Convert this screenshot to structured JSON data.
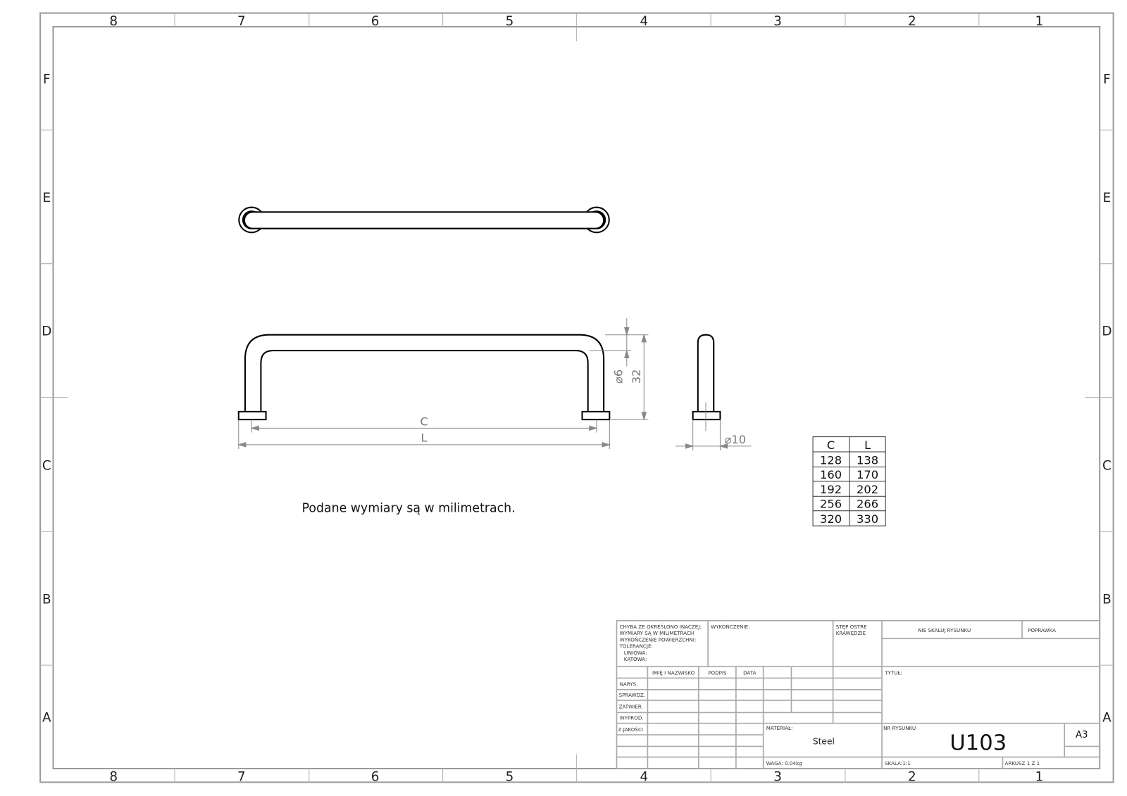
{
  "frame": {
    "columns": [
      "8",
      "7",
      "6",
      "5",
      "4",
      "3",
      "2",
      "1"
    ],
    "rows": [
      "F",
      "E",
      "D",
      "C",
      "B",
      "A"
    ]
  },
  "dimensions": {
    "c": "C",
    "l": "L",
    "dia6": "⌀6",
    "h32": "32",
    "dia10": "⌀10"
  },
  "note": "Podane wymiary są w milimetrach.",
  "size_table": {
    "headers": [
      "C",
      "L"
    ],
    "rows": [
      [
        "128",
        "138"
      ],
      [
        "160",
        "170"
      ],
      [
        "192",
        "202"
      ],
      [
        "256",
        "266"
      ],
      [
        "320",
        "330"
      ]
    ]
  },
  "title_block": {
    "general_notes": [
      "CHYBA ŻE OKREŚLONO INACZEJ:",
      "WYMIARY SĄ W MILIMETRACH",
      "WYKOŃCZENIE POWIERZCHNI:",
      "TOLERANCJE:",
      "LINIOWA:",
      "KĄTOWA:"
    ],
    "finish_label": "WYKOŃCZENIE:",
    "edges_label": [
      "STĘP OSTRE",
      "KRAWĘDZIE"
    ],
    "no_scale": "NIE SKALUJ RYSUNKU",
    "revision": "POPRAWKA",
    "col_headers": [
      "IMIĘ I NAZWISKO",
      "PODPIS",
      "DATA"
    ],
    "row_labels": [
      "NARYS.",
      "SPRAWDZ.",
      "ZATWIER.",
      "WYPROD.",
      "Z.JAKOŚCI"
    ],
    "title_label": "TYTUŁ:",
    "material_label": "MATERIAŁ:",
    "material": "Steel",
    "drawing_no_label": "NR RYSUNKU",
    "drawing_no": "U103",
    "sheet_size": "A3",
    "weight": "WAGA: 0.04kg",
    "scale": "SKALA:1:1",
    "sheet": "ARKUSZ 1 Z 1"
  }
}
